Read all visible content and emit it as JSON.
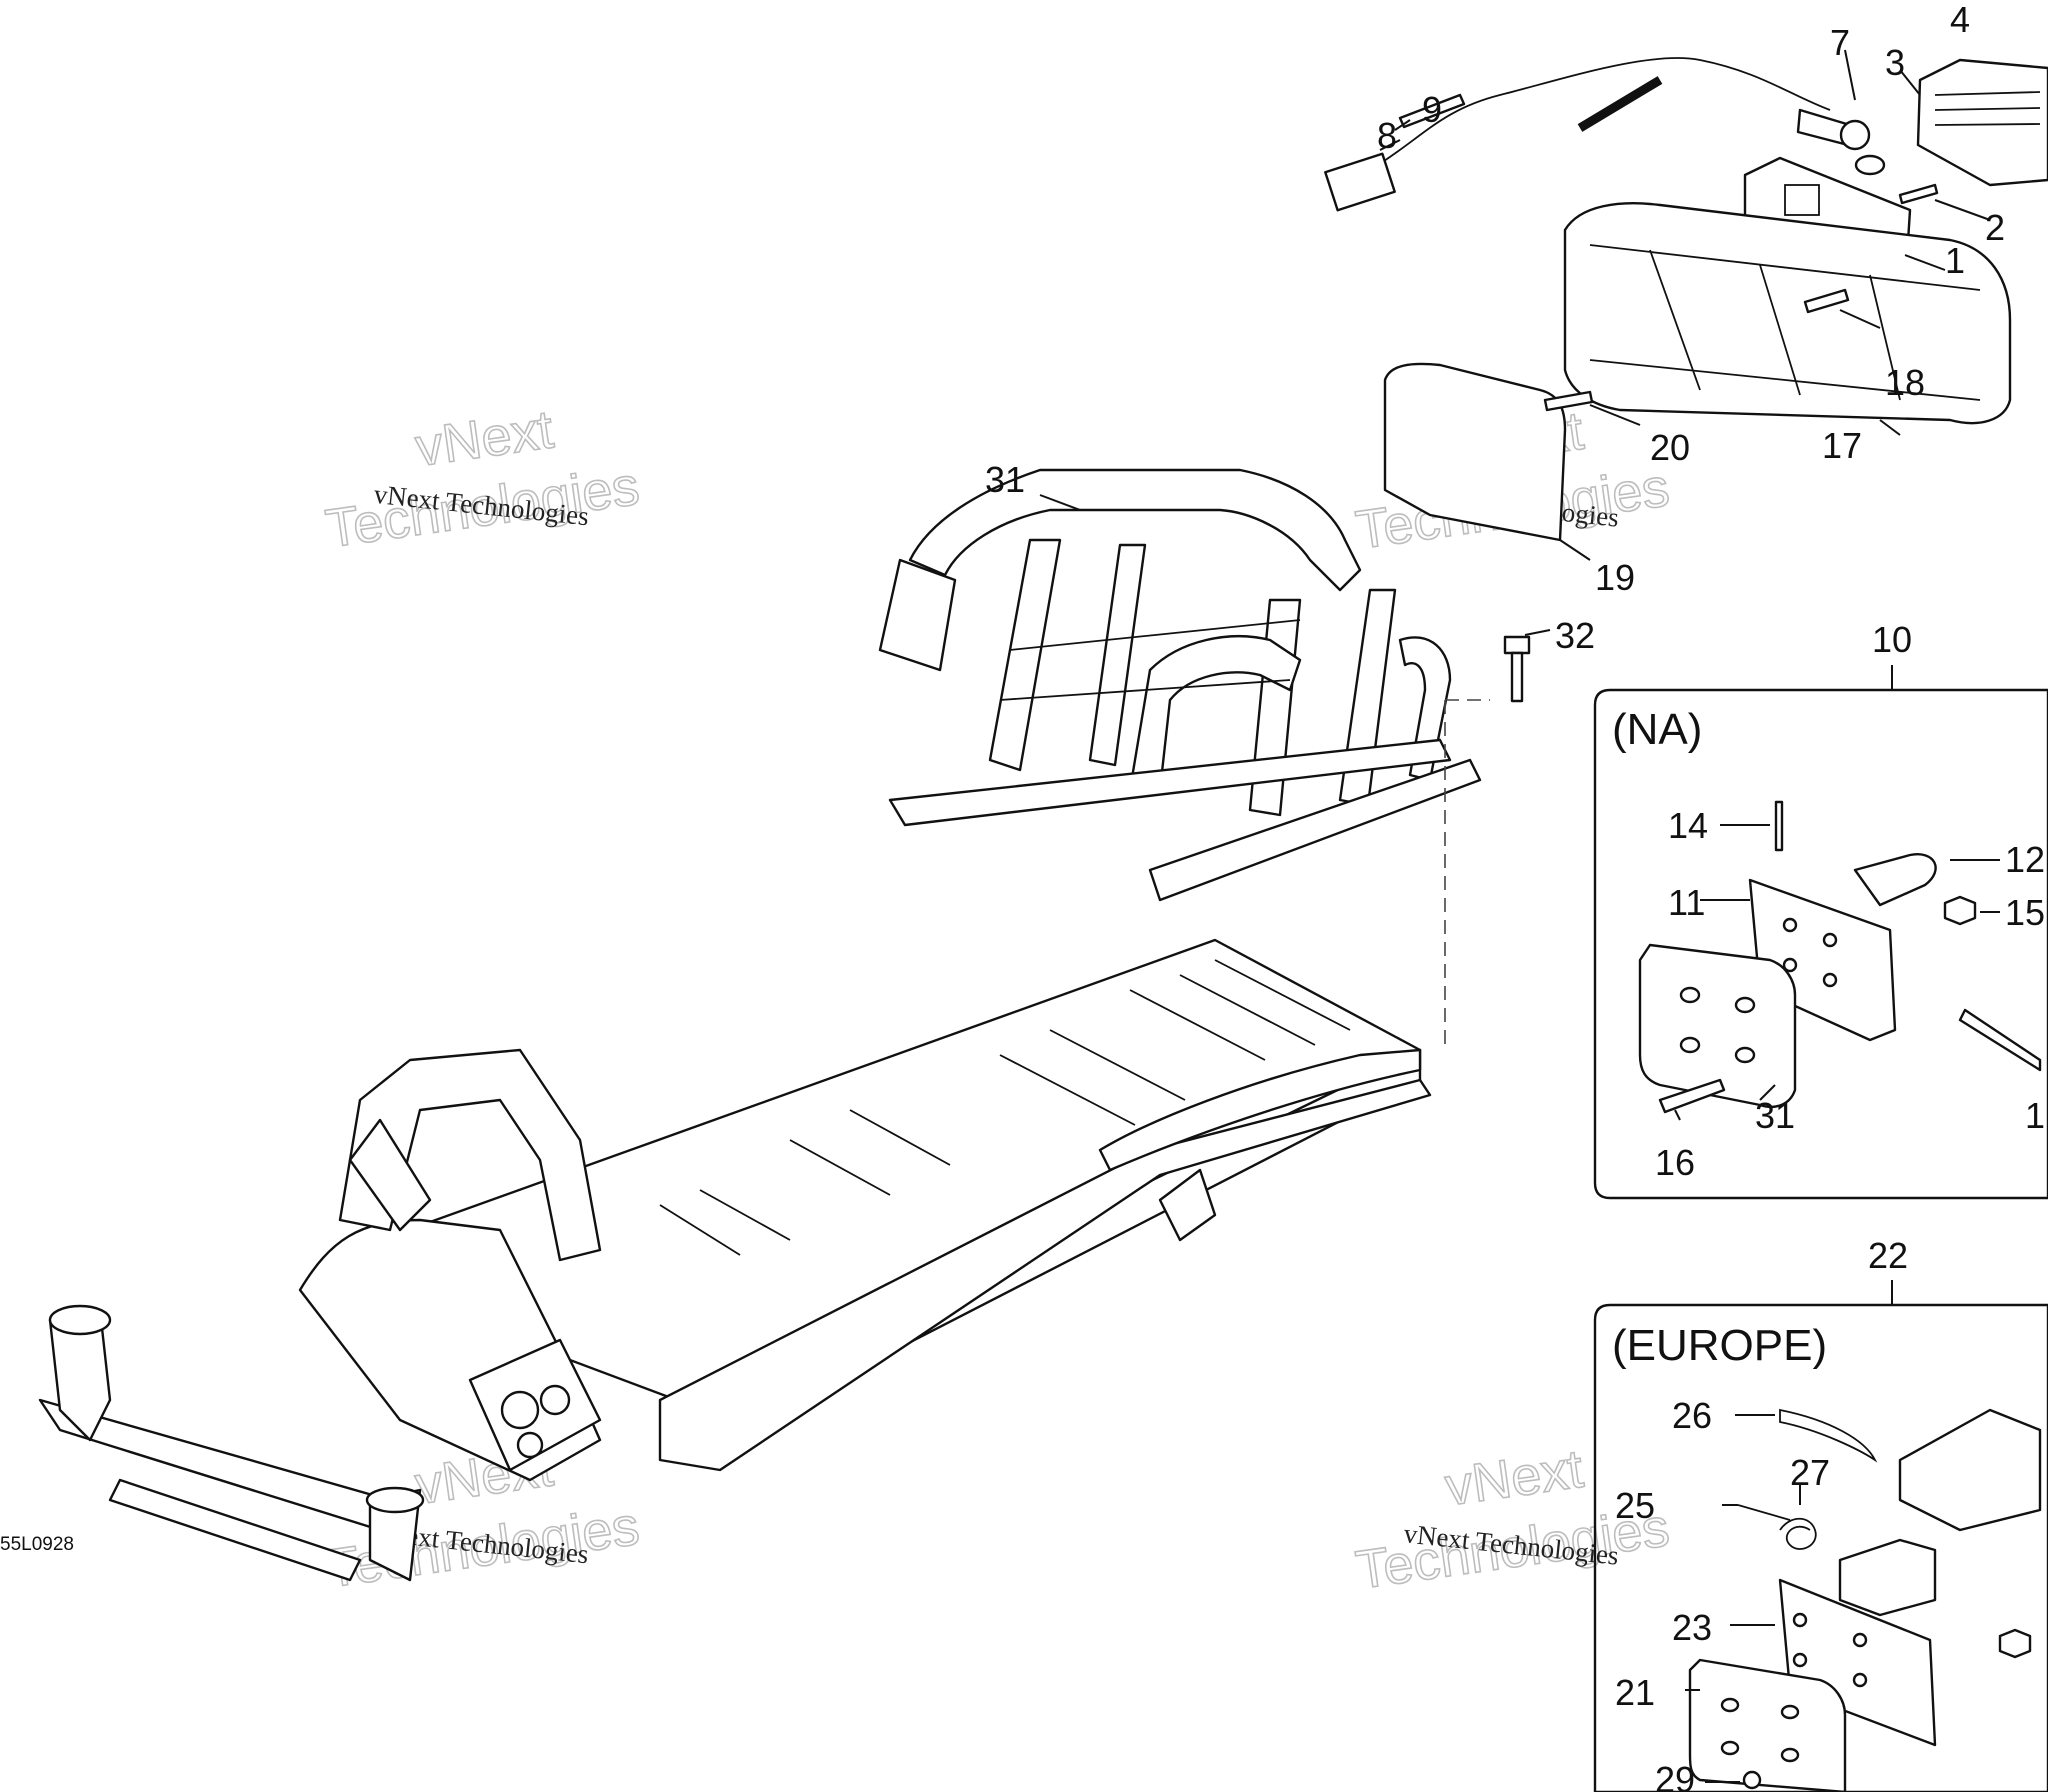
{
  "diagram": {
    "drawing_code": "55L0928",
    "callouts": [
      {
        "id": "c1",
        "label": "1"
      },
      {
        "id": "c2",
        "label": "2"
      },
      {
        "id": "c3",
        "label": "3"
      },
      {
        "id": "c4",
        "label": "4"
      },
      {
        "id": "c7",
        "label": "7"
      },
      {
        "id": "c8",
        "label": "8"
      },
      {
        "id": "c9",
        "label": "9"
      },
      {
        "id": "c17",
        "label": "17"
      },
      {
        "id": "c18",
        "label": "18"
      },
      {
        "id": "c19",
        "label": "19"
      },
      {
        "id": "c20",
        "label": "20"
      },
      {
        "id": "c31a",
        "label": "31"
      },
      {
        "id": "c32",
        "label": "32"
      }
    ],
    "boxes": [
      {
        "header": "10",
        "region": "(NA)",
        "callouts": [
          {
            "label": "14"
          },
          {
            "label": "12"
          },
          {
            "label": "11"
          },
          {
            "label": "15"
          },
          {
            "label": "31"
          },
          {
            "label": "16"
          },
          {
            "label": "1"
          }
        ]
      },
      {
        "header": "22",
        "region": "(EUROPE)",
        "callouts": [
          {
            "label": "26"
          },
          {
            "label": "27"
          },
          {
            "label": "25"
          },
          {
            "label": "23"
          },
          {
            "label": "21"
          },
          {
            "label": "29"
          }
        ]
      }
    ],
    "watermarks": [
      {
        "line1": "vNext Technologies",
        "line2": "vNext",
        "line3": "Technologies"
      }
    ]
  }
}
